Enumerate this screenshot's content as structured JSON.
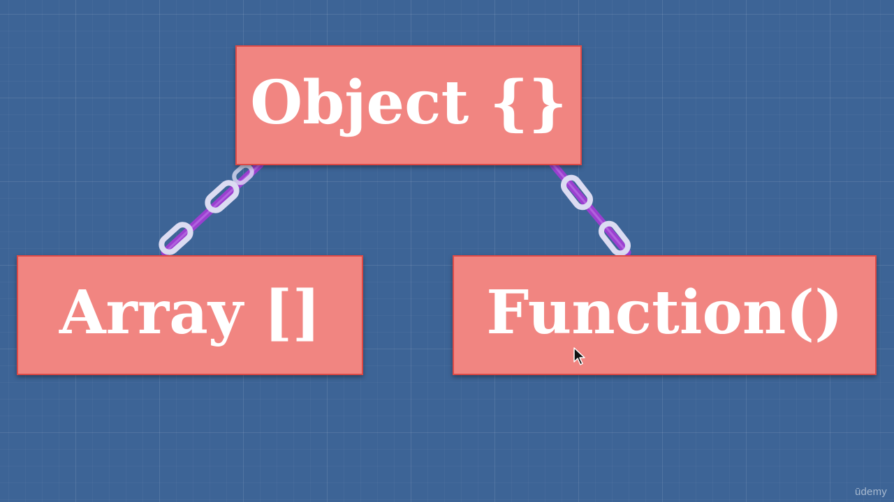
{
  "diagram": {
    "nodes": {
      "object": {
        "label": "Object {}"
      },
      "array": {
        "label": "Array []"
      },
      "function": {
        "label": "Function()"
      }
    },
    "links": [
      {
        "from": "object",
        "to": "array",
        "style": "chain"
      },
      {
        "from": "object",
        "to": "function",
        "style": "chain"
      }
    ]
  },
  "watermark": "ūdemy",
  "colors": {
    "background": "#3d6496",
    "node_fill": "#f18581",
    "node_border": "#dd4a46",
    "node_text": "#ffffff",
    "chain_light": "#dcdcf2",
    "chain_purple": "#9b3fd0"
  }
}
